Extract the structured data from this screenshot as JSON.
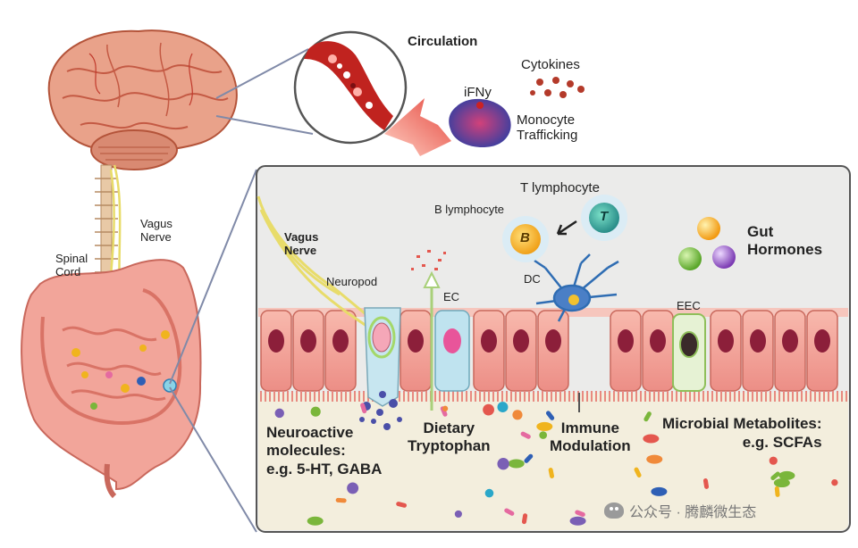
{
  "labels": {
    "circulation": "Circulation",
    "cytokines": "Cytokines",
    "ifny": "iFNy",
    "monocyte_trafficking": "Monocyte\nTrafficking",
    "vagus_nerve_left": "Vagus\nNerve",
    "spinal_cord": "Spinal\nCord",
    "vagus_nerve_inset": "Vagus\nNerve",
    "neuropod": "Neuropod",
    "t_lymphocyte": "T lymphocyte",
    "b_lymphocyte": "B lymphocyte",
    "b_letter": "B",
    "t_letter": "T",
    "gut_hormones": "Gut\nHormones",
    "ec": "EC",
    "dc": "DC",
    "eec": "EEC",
    "neuroactive": "Neuroactive\nmolecules:\ne.g. 5-HT, GABA",
    "dietary_tryptophan": "Dietary\nTryptophan",
    "immune_modulation": "Immune\nModulation",
    "microbial_metabolites": "Microbial Metabolites:\ne.g. SCFAs"
  },
  "watermark": {
    "text": "公众号 · 腾麟微生态"
  },
  "colors": {
    "brain": "#e9a28a",
    "gut_tissue": "#f2a59a",
    "cell_nucleus": "#8c1f3a",
    "lumen_bg": "#f3eedd",
    "panel_bg": "#ebebea",
    "nerve": "#e8dc6a",
    "arrow_red": "#e5483f"
  }
}
